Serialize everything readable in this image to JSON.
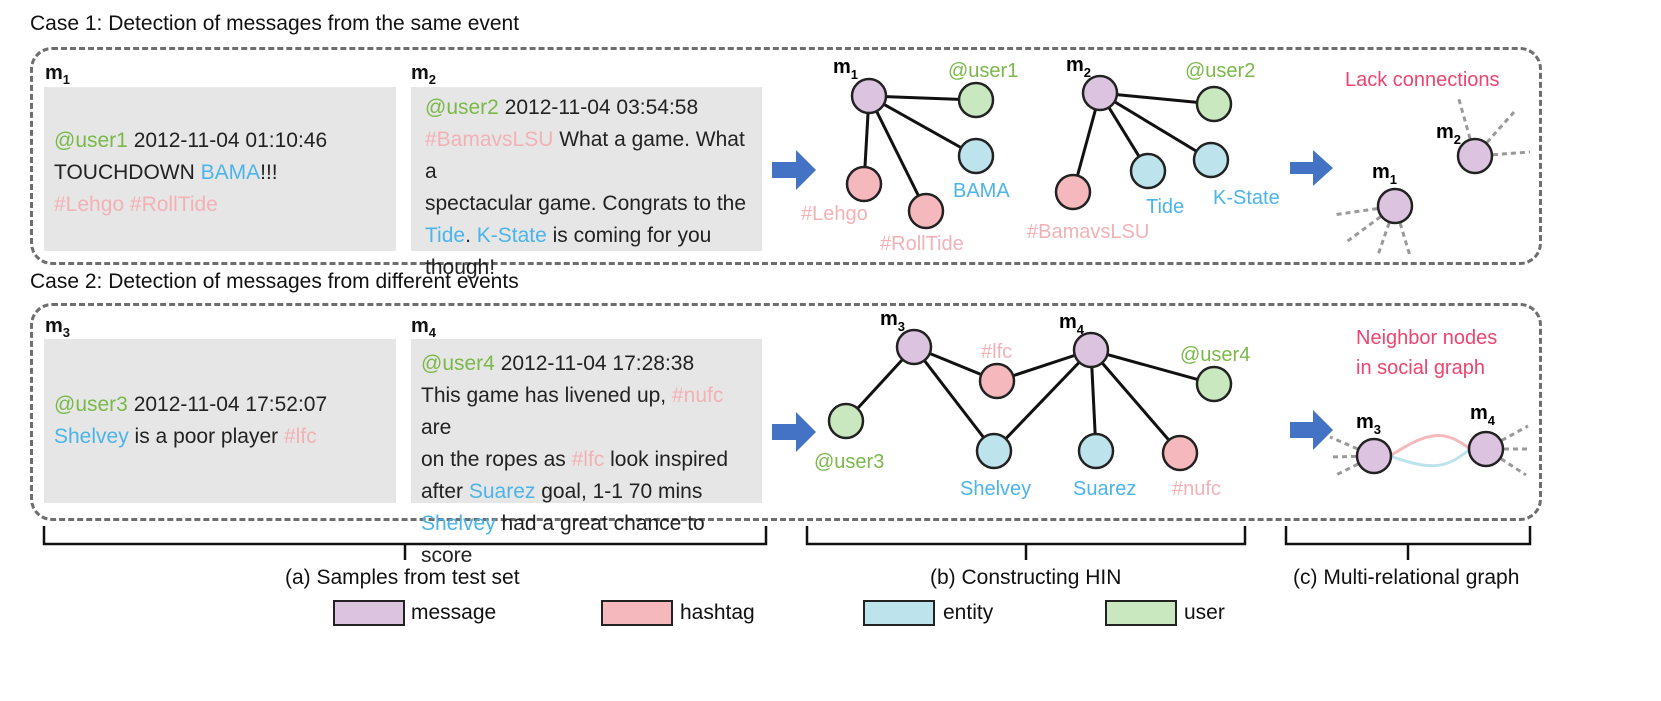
{
  "colors": {
    "message": "#dcc3e0",
    "hashtag": "#f5b8bd",
    "entity": "#bde3ec",
    "user": "#c9e8c0",
    "user_text": "#7bb84a",
    "entity_text": "#4bb4ea",
    "hashtag_text": "#f3b1b6",
    "note_text": "#f0446f",
    "arrow": "#4472c4"
  },
  "case1": {
    "title": "Case 1: Detection of messages from the same event",
    "m1": {
      "label": "m",
      "sub": "1",
      "user": "@user1",
      "time": "2012-11-04 01:10:46",
      "line2_a": "TOUCHDOWN ",
      "line2_entity": "BAMA",
      "line2_b": "!!!",
      "tags": "#Lehgo #RollTide"
    },
    "m2": {
      "label": "m",
      "sub": "2",
      "user": "@user2",
      "time": "2012-11-04 03:54:58",
      "tag": "#BamavsLSU",
      "t1": " What a game. What a",
      "t2": "spectacular game. Congrats to the",
      "entity1": "Tide",
      "t3": ". ",
      "entity2": "K-State",
      "t4": " is coming for you",
      "t5": "though!"
    },
    "hin": {
      "m1": "m",
      "m1_sub": "1",
      "m2": "m",
      "m2_sub": "2",
      "user1": "@user1",
      "user2": "@user2",
      "bama": "BAMA",
      "lehgo": "#Lehgo",
      "rolltide": "#RollTide",
      "bamavslsu": "#BamavsLSU",
      "tide": "Tide",
      "kstate": "K-State"
    },
    "graph": {
      "note": "Lack connections",
      "m1": "m",
      "m1_sub": "1",
      "m2": "m",
      "m2_sub": "2"
    }
  },
  "case2": {
    "title": "Case 2: Detection of messages from different events",
    "m3": {
      "label": "m",
      "sub": "3",
      "user": "@user3",
      "time": "2012-11-04 17:52:07",
      "entity": "Shelvey",
      "t1": " is a poor player ",
      "tag": "#lfc"
    },
    "m4": {
      "label": "m",
      "sub": "4",
      "user": "@user4",
      "time": "2012-11-04 17:28:38",
      "t1": "This game has livened up, ",
      "tag1": "#nufc",
      "t2": " are",
      "t3": "on the ropes as ",
      "tag2": "#lfc",
      "t4": " look inspired",
      "t5": "after ",
      "entity1": "Suarez",
      "t6": " goal, 1-1 70 mins",
      "entity2": "Shelvey",
      "t7": " had a great chance to score"
    },
    "hin": {
      "m3": "m",
      "m3_sub": "3",
      "m4": "m",
      "m4_sub": "4",
      "user3": "@user3",
      "user4": "@user4",
      "lfc": "#lfc",
      "shelvey": "Shelvey",
      "suarez": "Suarez",
      "nufc": "#nufc"
    },
    "graph": {
      "note_line1": "Neighbor nodes",
      "note_line2": "in social graph",
      "m3": "m",
      "m3_sub": "3",
      "m4": "m",
      "m4_sub": "4"
    }
  },
  "captions": {
    "a": "(a) Samples from test set",
    "b": "(b) Constructing HIN",
    "c": "(c) Multi-relational graph"
  },
  "legend": {
    "message": "message",
    "hashtag": "hashtag",
    "entity": "entity",
    "user": "user"
  }
}
